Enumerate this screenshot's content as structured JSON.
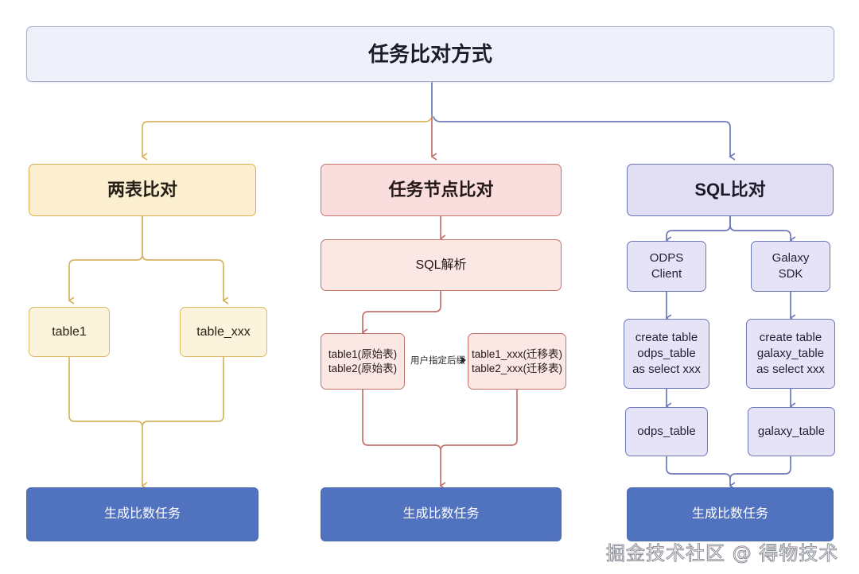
{
  "diagram": {
    "title": "任务比对方式",
    "watermark": "掘金技术社区 @ 得物技术",
    "colors": {
      "title_fill": "#eef1fa",
      "title_stroke": "#a8b0cf",
      "yellow_fill": "#fcf3dc",
      "yellow_stroke": "#ddb964",
      "red_fill": "#fbe7e3",
      "red_stroke": "#c4736b",
      "purple_fill": "#e6e3f6",
      "purple_stroke": "#6f78bb",
      "blue_fill": "#5172bf",
      "blue_text": "#ffffff"
    }
  },
  "branches": {
    "left": {
      "head": "两表比对",
      "tables": [
        "table1",
        "table_xxx"
      ],
      "terminal": "生成比数任务"
    },
    "middle": {
      "head": "任务节点比对",
      "parser": "SQL解析",
      "source_box": {
        "line1": "table1(原始表)",
        "line2": "table2(原始表)"
      },
      "edge_label": "用户指定后缀",
      "target_box": {
        "line1": "table1_xxx(迁移表)",
        "line2": "table2_xxx(迁移表)"
      },
      "terminal": "生成比数任务"
    },
    "right": {
      "head": "SQL比对",
      "clients": [
        {
          "line1": "ODPS",
          "line2": "Client"
        },
        {
          "line1": "Galaxy",
          "line2": "SDK"
        }
      ],
      "statements": [
        {
          "line1": "create table",
          "line2": "odps_table",
          "line3": "as select xxx"
        },
        {
          "line1": "create table",
          "line2": "galaxy_table",
          "line3": "as select xxx"
        }
      ],
      "results": [
        "odps_table",
        "galaxy_table"
      ],
      "terminal": "生成比数任务"
    }
  }
}
